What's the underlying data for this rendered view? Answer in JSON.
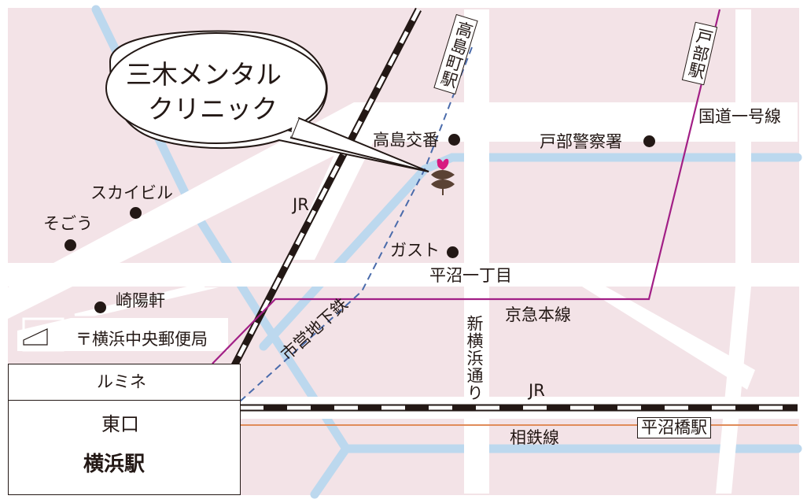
{
  "colors": {
    "block": "#f3e3e7",
    "road": "#ffffff",
    "river": "#bcd8ee",
    "jr_line": "#231815",
    "keikyu_line": "#a21f86",
    "sotetsu_line": "#e08c5a",
    "subway_line": "#4a6bab",
    "marker_accent": "#d8197f",
    "marker_leaf": "#5a4234"
  },
  "clinic": {
    "name_line1": "三木メンタル",
    "name_line2": "クリニック",
    "marker_icon": "clinic-tulip-icon"
  },
  "landmarks": {
    "sogo": "そごう",
    "sky_building": "スカイビル",
    "kiyoken": "崎陽軒",
    "post_office": "〒横浜中央郵便局",
    "takashima_koban": "高島交番",
    "tobe_police": "戸部警察署",
    "gusto": "ガスト"
  },
  "streets": {
    "route1": "国道一号線",
    "hiranuma_1chome": "平沼一丁目",
    "shin_yokohama_dori": "新横浜通り"
  },
  "railways": {
    "jr_upper": "JR",
    "jr_lower": "JR",
    "subway": "市営地下鉄",
    "keikyu": "京急本線",
    "sotetsu": "相鉄線"
  },
  "stations": {
    "takashimacho": "高島町駅",
    "tobe": "戸部駅",
    "hiranumabashi": "平沼橋駅",
    "lumine": "ルミネ",
    "east_exit": "東口",
    "yokohama": "横浜駅"
  }
}
